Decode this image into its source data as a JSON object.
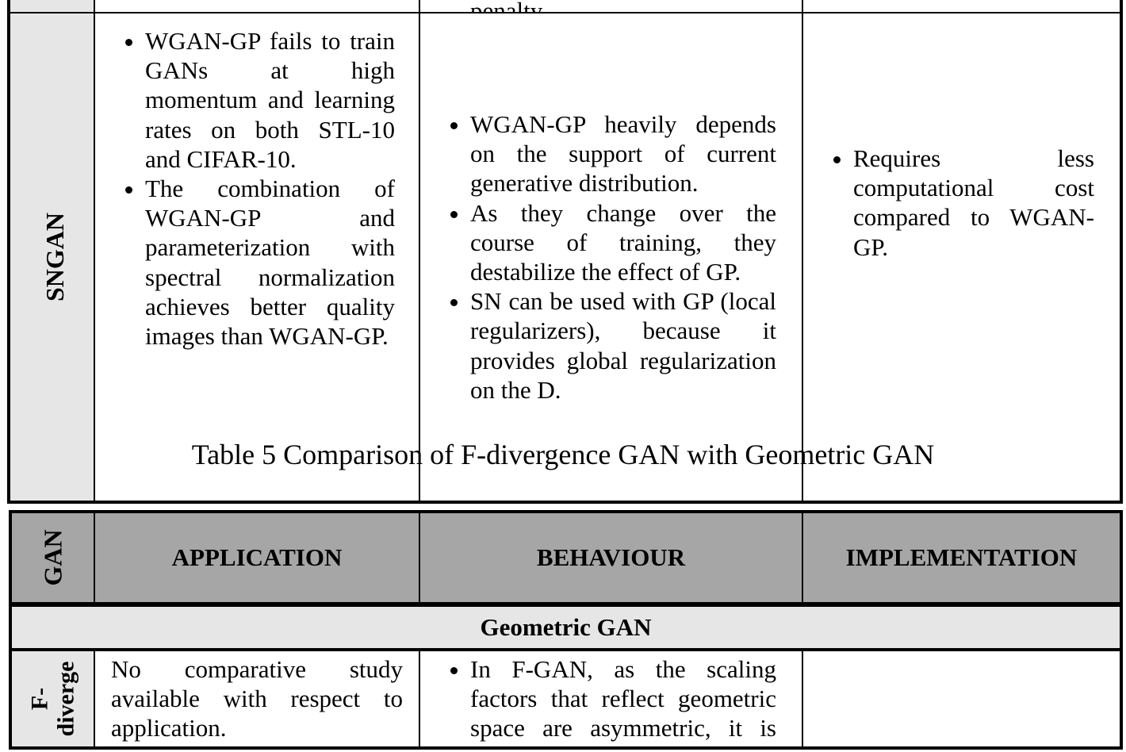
{
  "top_table": {
    "cont_text": "penalty.",
    "sngan": {
      "label": "SNGAN",
      "application": [
        "WGAN-GP fails to train GANs at high momentum and learning rates on both STL-10 and CIFAR-10.",
        "The combination of WGAN-GP and parameterization with spectral normalization achieves better quality images than WGAN-GP."
      ],
      "behaviour": [
        "WGAN-GP heavily depends on the support of current generative distribution.",
        "As they change over the course of training, they destabilize the effect of GP.",
        "SN can be used with GP (local regularizers), because it provides global regularization on the D."
      ],
      "implementation": [
        "Requires less computational cost compared to WGAN-GP."
      ]
    }
  },
  "caption": "Table 5 Comparison of F-divergence GAN with Geometric GAN",
  "bottom_table": {
    "headers": {
      "gan": "GAN",
      "application": "APPLICATION",
      "behaviour": "BEHAVIOUR",
      "implementation": "IMPLEMENTATION"
    },
    "section_title": "Geometric GAN",
    "fdiv": {
      "label_line1": "F-",
      "label_line2": "diverge",
      "application": "No comparative study available with respect to application.",
      "behaviour": [
        "In F-GAN, as the scaling factors that reflect geometric space are asymmetric, it is"
      ],
      "implementation": ""
    }
  }
}
